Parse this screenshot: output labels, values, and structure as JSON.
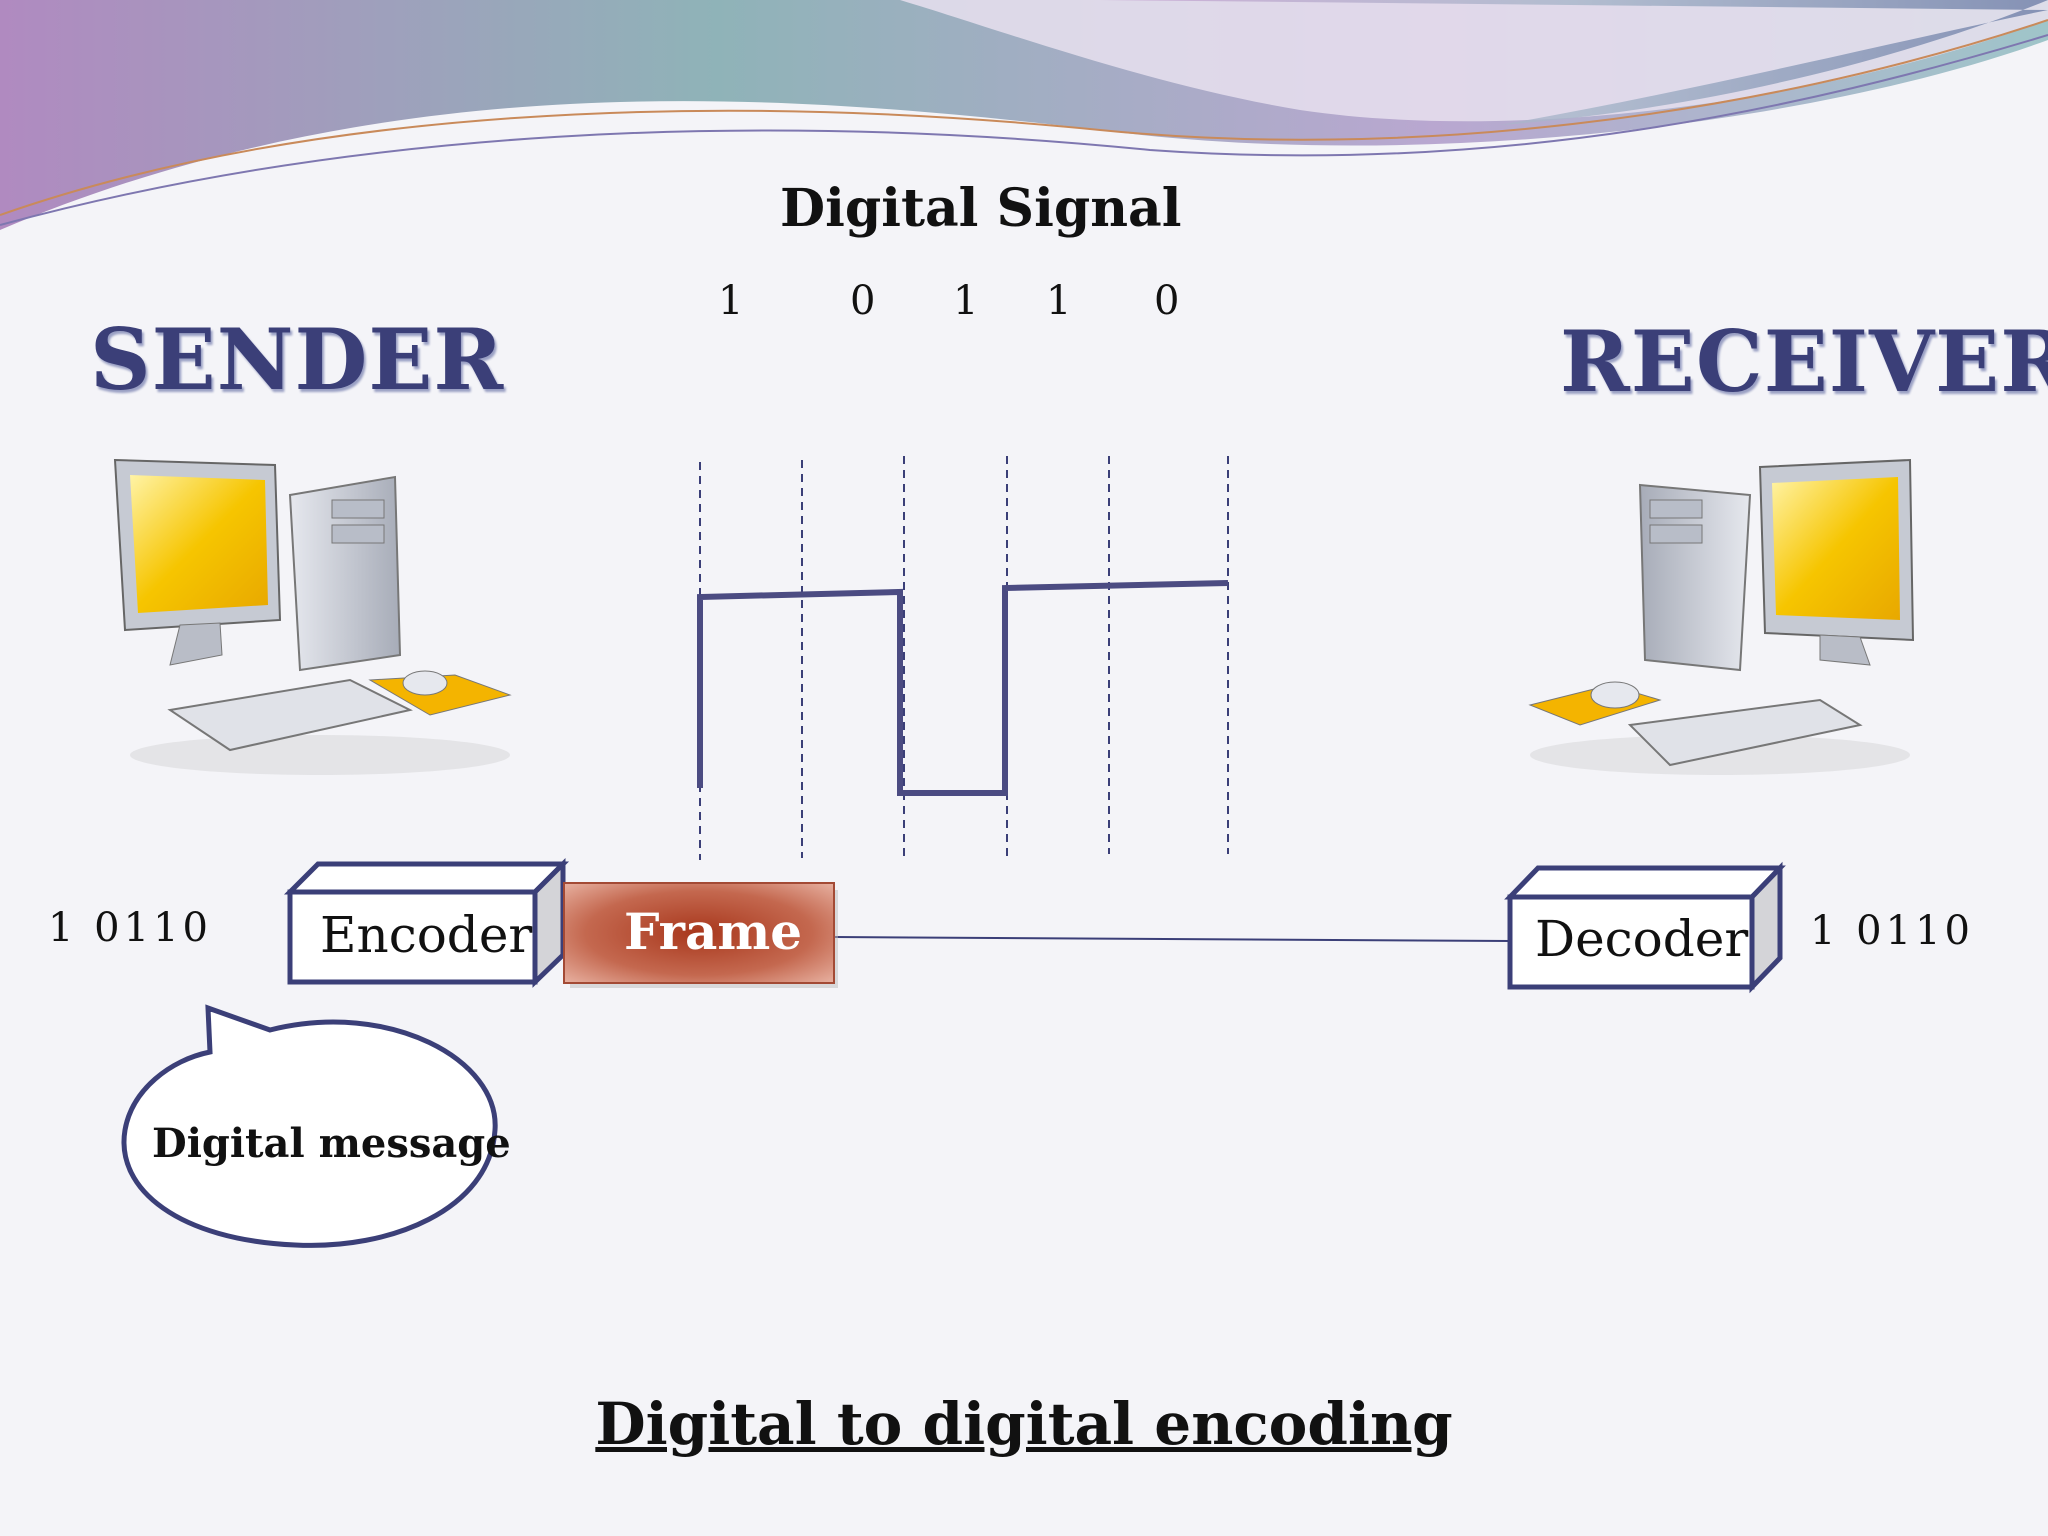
{
  "diagram": {
    "title": "Digital Signal",
    "bits_top": [
      "1",
      "0",
      "1",
      "1",
      "0"
    ],
    "sender_label": "SENDER",
    "receiver_label": "RECEIVER",
    "sender_bits": "1  0110",
    "receiver_bits": "1  0110",
    "encoder_label": "Encoder",
    "decoder_label": "Decoder",
    "frame_label": "Frame",
    "bubble_label": "Digital message",
    "caption": "Digital to digital encoding"
  },
  "colors": {
    "navy": "#3b3f78",
    "signal": "#4b4b82",
    "frame": "#b0452b",
    "screen": "#f6c500"
  },
  "icons": [
    "computer-icon",
    "computer-icon"
  ]
}
